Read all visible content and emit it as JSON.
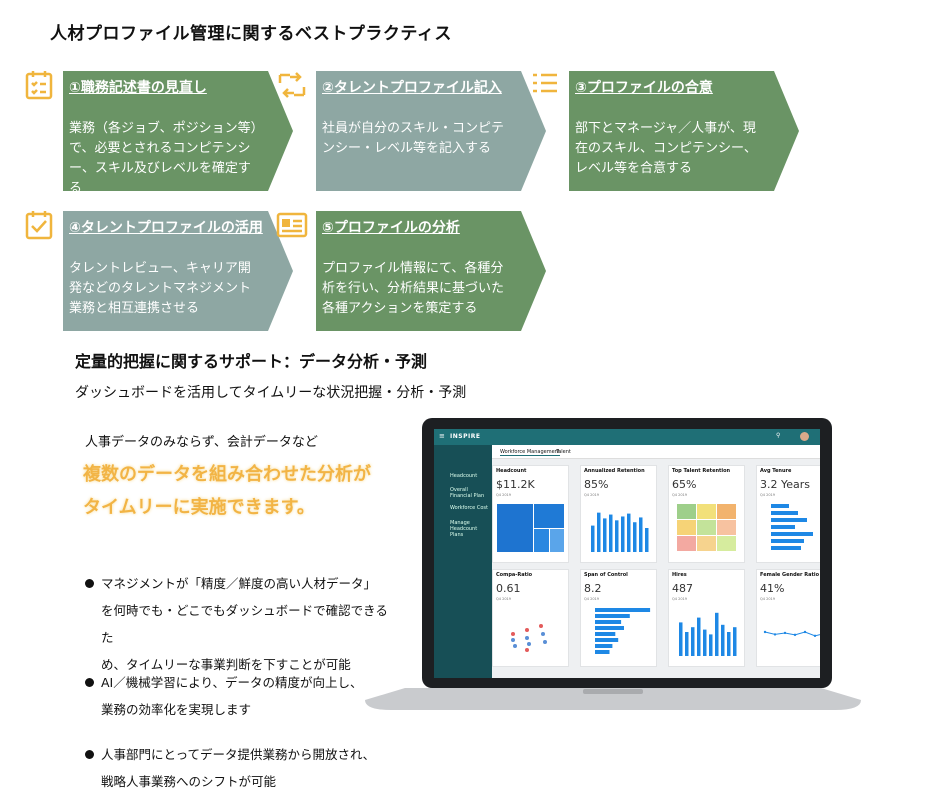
{
  "title": "人材プロファイル管理に関するベストプラクティス",
  "steps": [
    {
      "title": "①職務記述書の見直し",
      "body": "業務（各ジョブ、ポジション等）で、必要とされるコンピテンシー、スキル及びレベルを確定する",
      "color": "#6a9465",
      "icon": "checklist-icon"
    },
    {
      "title": "②タレントプロファイル記入",
      "body": "社員が自分のスキル・コンピテンシー・レベル等を記入する",
      "color": "#8ea7a3",
      "icon": "swap-arrows-icon"
    },
    {
      "title": "③プロファイルの合意",
      "body": "部下とマネージャ／人事が、現在のスキル、コンピテンシー、レベル等を合意する",
      "color": "#6a9465",
      "icon": "list-icon"
    },
    {
      "title": "④タレントプロファイルの活用",
      "body": "タレントレビュー、キャリア開発などのタレントマネジメント業務と相互連携させる",
      "color": "#8ea7a3",
      "icon": "calendar-check-icon"
    },
    {
      "title": "⑤プロファイルの分析",
      "body": "プロファイル情報にて、各種分析を行い、分析結果に基づいた各種アクションを策定する",
      "color": "#6a9465",
      "icon": "profile-card-icon"
    }
  ],
  "support": {
    "heading": "定量的把握に関するサポート：データ分析・予測",
    "subheading": "ダッシュボードを活用してタイムリーな状況把握・分析・予測",
    "lead": "人事データのみならず、会計データなど",
    "highlight": [
      "複数のデータを組み合わせた分析が",
      "タイムリーに実施できます。"
    ],
    "bullets": [
      [
        "マネジメントが「精度／鮮度の高い人材データ」",
        "を何時でも・どこでもダッシュボードで確認できるた",
        "め、タイムリーな事業判断を下すことが可能"
      ],
      [
        "AI／機械学習により、データの精度が向上し、",
        "業務の効率化を実現します"
      ],
      [
        "人事部門にとってデータ提供業務から開放され、",
        "戦略人事業務へのシフトが可能"
      ]
    ]
  },
  "dashboard": {
    "brand": "INSPIRE",
    "tabs": [
      "Workforce Management",
      "Talent"
    ],
    "sidebar": [
      "Headcount",
      "Overall Financial Plan",
      "Workforce Cost",
      "Manage Headcount Plans"
    ],
    "cards": [
      {
        "name": "Headcount",
        "value": "$11.2K",
        "sub": "Q4 2019"
      },
      {
        "name": "Annualized Retention",
        "value": "85%",
        "sub": "Q4 2019"
      },
      {
        "name": "Top Talent Retention",
        "value": "65%",
        "sub": "Q4 2019"
      },
      {
        "name": "Avg Tenure",
        "value": "3.2 Years",
        "sub": "Q4 2019"
      },
      {
        "name": "Compa-Ratio",
        "value": "0.61",
        "sub": "Q4 2019"
      },
      {
        "name": "Span of Control",
        "value": "8.2",
        "sub": "Q4 2019"
      },
      {
        "name": "Hires",
        "value": "487",
        "sub": "Q4 2019"
      },
      {
        "name": "Female Gender Ratio",
        "value": "41%",
        "sub": "Q4 2019"
      }
    ],
    "bars_retention": [
      0.55,
      0.82,
      0.7,
      0.78,
      0.66,
      0.74,
      0.8,
      0.62,
      0.72,
      0.5
    ],
    "bars_span": [
      0.95,
      0.6,
      0.45,
      0.5,
      0.35,
      0.4,
      0.3,
      0.25
    ],
    "bars_hires": [
      0.7,
      0.5,
      0.6,
      0.8,
      0.55,
      0.45,
      0.9,
      0.65,
      0.5,
      0.6
    ],
    "hbars_tenure": [
      0.3,
      0.45,
      0.6,
      0.4,
      0.7,
      0.55,
      0.5
    ],
    "line_gender": [
      0.5,
      0.45,
      0.48,
      0.44,
      0.5,
      0.42,
      0.47
    ]
  }
}
